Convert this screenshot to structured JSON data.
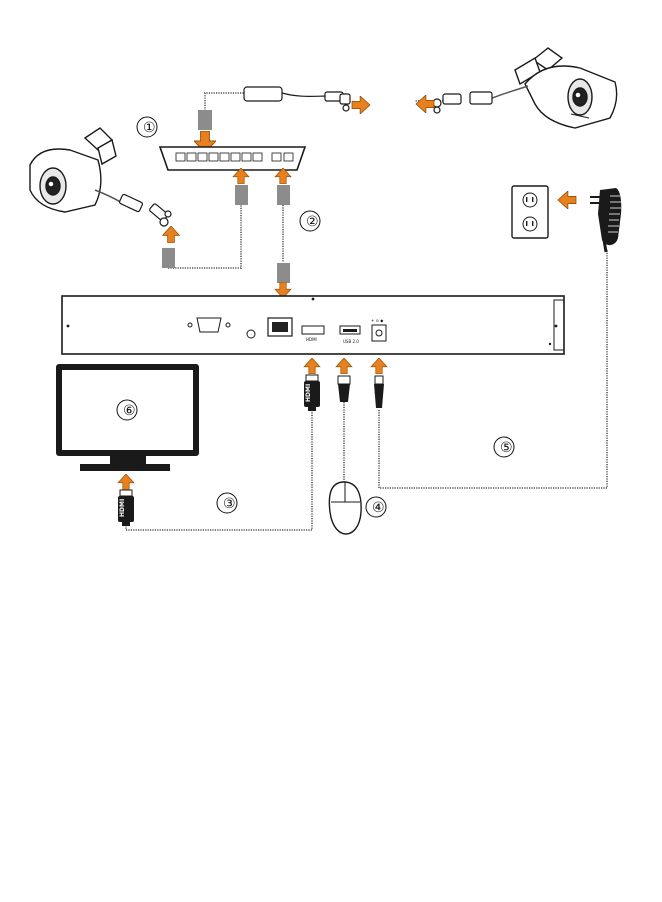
{
  "steps": [
    "①",
    "②",
    "③",
    "④",
    "⑤",
    "⑥"
  ],
  "ports": {
    "hdmi": "HDMI",
    "usb": "USB 2.0",
    "dc": "+ ⊝ ◆"
  },
  "plugs": {
    "hdmi_nvr": "HDMI",
    "hdmi_monitor": "HDMI"
  },
  "colors": {
    "arrow": "#e8801e",
    "arrow_outline": "#8a4a00",
    "plug_gray": "#8c8c8c",
    "cable": "#6b6b6b",
    "stroke": "#1a1a1a"
  },
  "icons": {
    "camera": "bullet-camera-icon",
    "switch": "poe-switch-icon",
    "nvr": "nvr-recorder-icon",
    "monitor": "monitor-icon",
    "mouse": "mouse-icon",
    "outlet": "wall-outlet-icon",
    "adapter": "power-adapter-icon"
  }
}
